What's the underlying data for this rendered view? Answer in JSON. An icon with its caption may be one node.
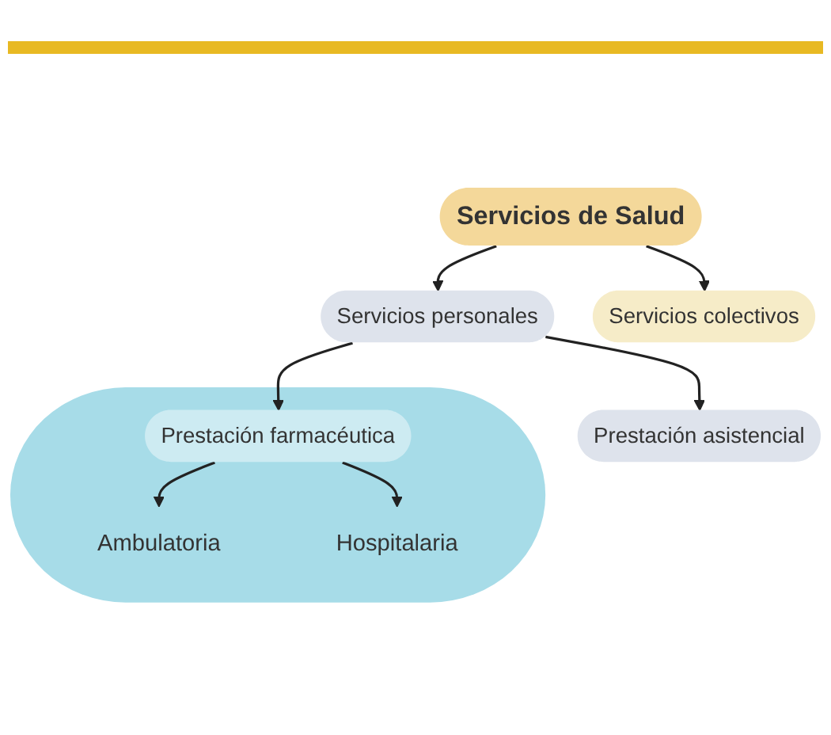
{
  "diagram": {
    "nodes": [
      {
        "text": [
          "Servicios de Salud"
        ]
      },
      {
        "text": [
          "Servicios personales"
        ]
      },
      {
        "text": [
          "Servicios colectivos"
        ]
      },
      {
        "text": [
          "Prestación asistencial"
        ]
      },
      {
        "text": [],
        "shape": "cloud"
      },
      {
        "text": [
          "Prestación farmacéutica"
        ],
        "in": 4
      },
      {
        "text": [
          "Ambulatoria"
        ],
        "in": 4
      },
      {
        "text": [
          "Hospitalaria"
        ],
        "in": 4
      }
    ],
    "edges": [
      {
        "from": 0,
        "to": 1,
        "arrow": "to"
      },
      {
        "from": 0,
        "to": 2,
        "arrow": "to"
      },
      {
        "from": 1,
        "to": 3,
        "arrow": "to"
      },
      {
        "from": 1,
        "to": 5,
        "arrow": "to"
      },
      {
        "from": 5,
        "to": 6,
        "arrow": "to"
      },
      {
        "from": 5,
        "to": 7,
        "arrow": "to"
      }
    ]
  }
}
